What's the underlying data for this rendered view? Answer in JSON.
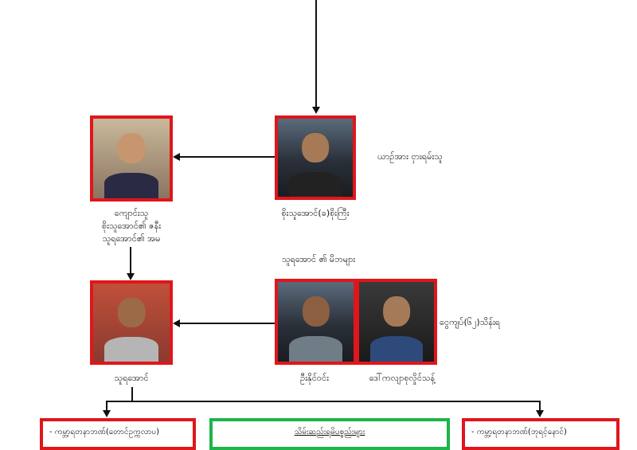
{
  "top": {
    "renter_label": "ယာဉ်အား ငှားရမ်းသူ",
    "renter_name": "စိုးသူအောင်(ခ)စိုးကြီး",
    "left_caption": [
      "ကျောင်းသူ",
      "စိုးသူအောင်၏ ဇနီး",
      "သူရအောင်၏ အမ"
    ]
  },
  "middle": {
    "parents_heading": "သူရအောင် ၏ မိဘများ",
    "money_label": "ငွေကျပ်(၆၂)သိန်းရ",
    "father_name": "ဦးနိုင်ဝင်း",
    "mother_name": "ဒေါ်ကလျာစုလှိုင်သန့်",
    "suspect_name": "သူရအောင်"
  },
  "bottom": {
    "left_box": "- ကမ္ဘာ့ရတနာဘဏ်(တောင်ဥက္ကလာပ)",
    "center_box": "သိမ်းဆည်းရမိပစ္စည်းများ",
    "right_box": "- ကမ္ဘာ့ရတနာဘဏ်(ဘုရင့်နောင်)"
  },
  "colors": {
    "red_frame": "#e0161b",
    "green_frame": "#1db44a"
  }
}
